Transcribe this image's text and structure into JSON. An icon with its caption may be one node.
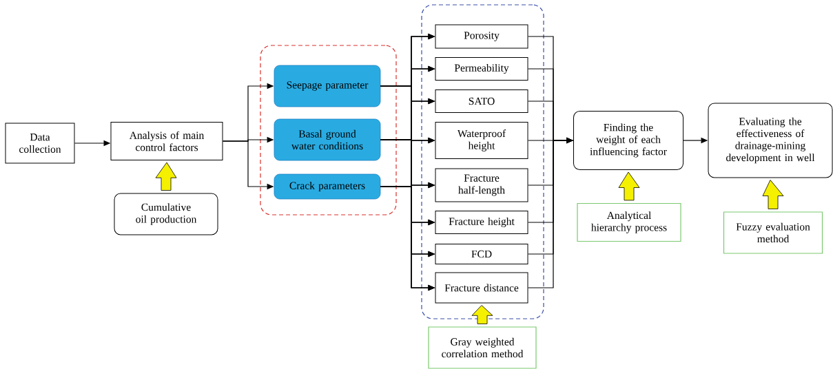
{
  "diagram": {
    "nodes": [
      {
        "text": [
          "Data collection"
        ]
      },
      {
        "text": [
          "Analysis of main control factors"
        ]
      },
      {
        "text": [
          "Cumulative oil production"
        ]
      },
      {
        "text": [],
        "shape": "box"
      },
      {
        "text": [
          "Seepage parameter"
        ],
        "in": 3
      },
      {
        "text": [
          "Basal ground water conditions"
        ],
        "in": 3
      },
      {
        "text": [
          "Crack parameters"
        ],
        "in": 3
      },
      {
        "text": [],
        "shape": "box"
      },
      {
        "text": [
          "Porosity"
        ],
        "in": 7
      },
      {
        "text": [
          "Permeability"
        ],
        "in": 7
      },
      {
        "text": [
          "SATO"
        ],
        "in": 7
      },
      {
        "text": [
          "Waterproof height"
        ],
        "in": 7
      },
      {
        "text": [
          "Fracture half-length"
        ],
        "in": 7
      },
      {
        "text": [
          "Fracture height"
        ],
        "in": 7
      },
      {
        "text": [
          "FCD"
        ],
        "in": 7
      },
      {
        "text": [
          "Fracture distance"
        ],
        "in": 7
      },
      {
        "text": [
          "Gray weighted correlation method"
        ]
      },
      {
        "text": [
          "Finding the weight of each influencing factor"
        ]
      },
      {
        "text": [
          "Analytical hierarchy process"
        ]
      },
      {
        "text": [
          "Evaluating the effectiveness of drainage-mining development in well"
        ]
      },
      {
        "text": [
          "Fuzzy evaluation method"
        ]
      }
    ],
    "edges": [
      {
        "from": 0,
        "to": 1,
        "arrow": "to"
      },
      {
        "from": 1,
        "to": 4,
        "arrow": "to"
      },
      {
        "from": 1,
        "to": 5,
        "arrow": "to"
      },
      {
        "from": 1,
        "to": 6,
        "arrow": "to"
      },
      {
        "from": 4,
        "to": 8,
        "arrow": "to"
      },
      {
        "from": 4,
        "to": 9,
        "arrow": "to"
      },
      {
        "from": 4,
        "to": 10,
        "arrow": "to"
      },
      {
        "from": 4,
        "to": 11,
        "arrow": "to"
      },
      {
        "from": 4,
        "to": 12,
        "arrow": "to"
      },
      {
        "from": 4,
        "to": 13,
        "arrow": "to"
      },
      {
        "from": 4,
        "to": 14,
        "arrow": "to"
      },
      {
        "from": 4,
        "to": 15,
        "arrow": "to"
      },
      {
        "from": 5,
        "to": 8,
        "arrow": "to"
      },
      {
        "from": 5,
        "to": 9,
        "arrow": "to"
      },
      {
        "from": 5,
        "to": 10,
        "arrow": "to"
      },
      {
        "from": 5,
        "to": 11,
        "arrow": "to"
      },
      {
        "from": 5,
        "to": 12,
        "arrow": "to"
      },
      {
        "from": 5,
        "to": 13,
        "arrow": "to"
      },
      {
        "from": 5,
        "to": 14,
        "arrow": "to"
      },
      {
        "from": 5,
        "to": 15,
        "arrow": "to"
      },
      {
        "from": 6,
        "to": 8,
        "arrow": "to"
      },
      {
        "from": 6,
        "to": 9,
        "arrow": "to"
      },
      {
        "from": 6,
        "to": 10,
        "arrow": "to"
      },
      {
        "from": 6,
        "to": 11,
        "arrow": "to"
      },
      {
        "from": 6,
        "to": 12,
        "arrow": "to"
      },
      {
        "from": 6,
        "to": 13,
        "arrow": "to"
      },
      {
        "from": 6,
        "to": 14,
        "arrow": "to"
      },
      {
        "from": 6,
        "to": 15,
        "arrow": "to"
      },
      {
        "from": 8,
        "to": 17,
        "arrow": "to"
      },
      {
        "from": 9,
        "to": 17,
        "arrow": "to"
      },
      {
        "from": 10,
        "to": 17,
        "arrow": "to"
      },
      {
        "from": 11,
        "to": 17,
        "arrow": "to"
      },
      {
        "from": 12,
        "to": 17,
        "arrow": "to"
      },
      {
        "from": 13,
        "to": 17,
        "arrow": "to"
      },
      {
        "from": 14,
        "to": 17,
        "arrow": "to"
      },
      {
        "from": 15,
        "to": 17,
        "arrow": "to"
      },
      {
        "from": 17,
        "to": 19,
        "arrow": "to"
      },
      {
        "from": 2,
        "to": 1,
        "arrow": "to",
        "style": "thick",
        "color": "#f5f000"
      },
      {
        "from": 16,
        "to": 15,
        "arrow": "to",
        "style": "thick",
        "color": "#f5f000"
      },
      {
        "from": 18,
        "to": 17,
        "arrow": "to",
        "style": "thick",
        "color": "#f5f000"
      },
      {
        "from": 20,
        "to": 19,
        "arrow": "to",
        "style": "thick",
        "color": "#f5f000"
      }
    ]
  }
}
